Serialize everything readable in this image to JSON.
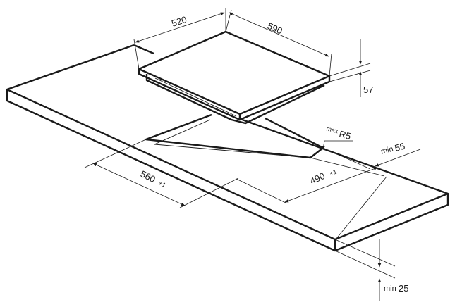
{
  "labels": {
    "hob_depth": "520",
    "hob_width": "590",
    "hob_height": "57",
    "cutout_depth": "490",
    "cutout_depth_tol": "+1",
    "cutout_width": "560",
    "cutout_width_tol": "+1",
    "corner_radius_prefix": "max",
    "corner_radius": "R5",
    "edge_distance_prefix": "min",
    "edge_distance": "55",
    "worktop_thickness_prefix": "min",
    "worktop_thickness": "25"
  },
  "colors": {
    "line": "#1a1a1a",
    "background": "#ffffff"
  }
}
